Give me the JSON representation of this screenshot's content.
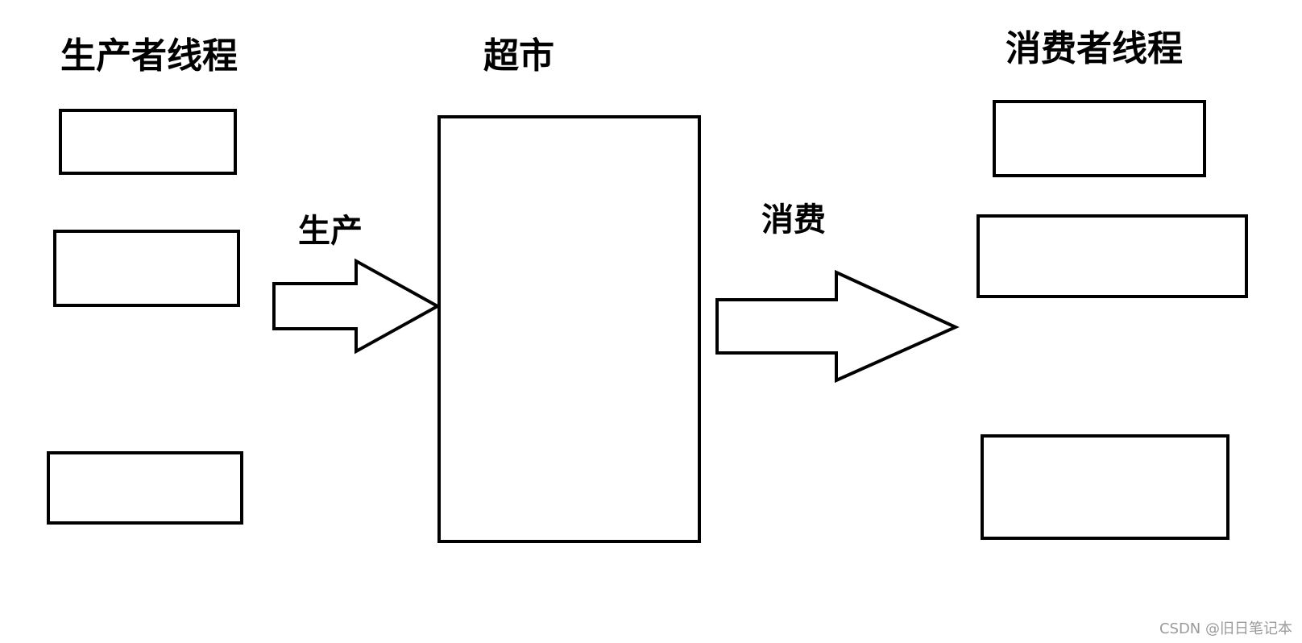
{
  "producer": {
    "title": "生产者线程",
    "thread_count": 3
  },
  "supermarket": {
    "title": "超市"
  },
  "consumer": {
    "title": "消费者线程",
    "thread_count": 3
  },
  "produce_arrow": {
    "label": "生产"
  },
  "consume_arrow": {
    "label": "消费"
  },
  "watermark": "CSDN @旧日笔记本",
  "colors": {
    "stroke": "#000000",
    "background": "#ffffff",
    "watermark": "#9a9a9a"
  }
}
